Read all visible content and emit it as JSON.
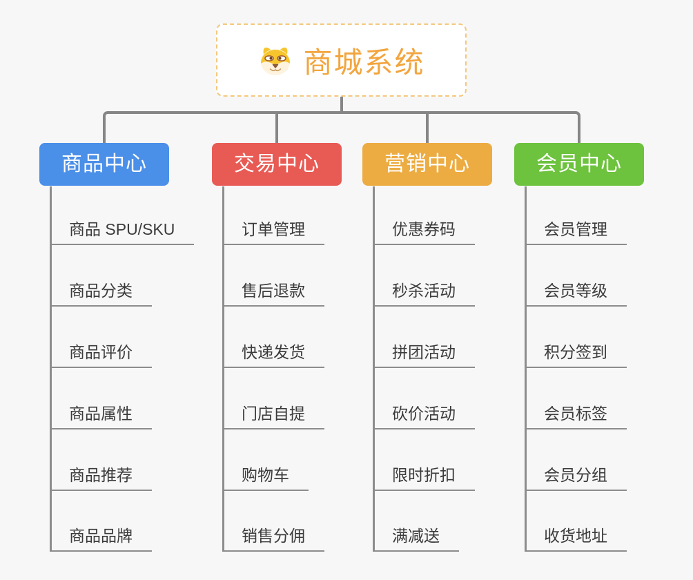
{
  "root": {
    "title": "商城系统",
    "icon": "dog-face-icon"
  },
  "colors": {
    "background": "#f7f7f7",
    "root_border": "#f3c87e",
    "root_title": "#f2a53e",
    "connector": "#868686",
    "item_underline": "#8c8c8c",
    "item_text": "#3b3b3b",
    "branch_text": "#ffffff"
  },
  "branches": [
    {
      "label": "商品中心",
      "color": "#4a8fe8",
      "items": [
        "商品 SPU/SKU",
        "商品分类",
        "商品评价",
        "商品属性",
        "商品推荐",
        "商品品牌"
      ]
    },
    {
      "label": "交易中心",
      "color": "#e85b54",
      "items": [
        "订单管理",
        "售后退款",
        "快递发货",
        "门店自提",
        "购物车",
        "销售分佣"
      ]
    },
    {
      "label": "营销中心",
      "color": "#ecac42",
      "items": [
        "优惠券码",
        "秒杀活动",
        "拼团活动",
        "砍价活动",
        "限时折扣",
        "满减送"
      ]
    },
    {
      "label": "会员中心",
      "color": "#6dc23e",
      "items": [
        "会员管理",
        "会员等级",
        "积分签到",
        "会员标签",
        "会员分组",
        "收货地址"
      ]
    }
  ]
}
